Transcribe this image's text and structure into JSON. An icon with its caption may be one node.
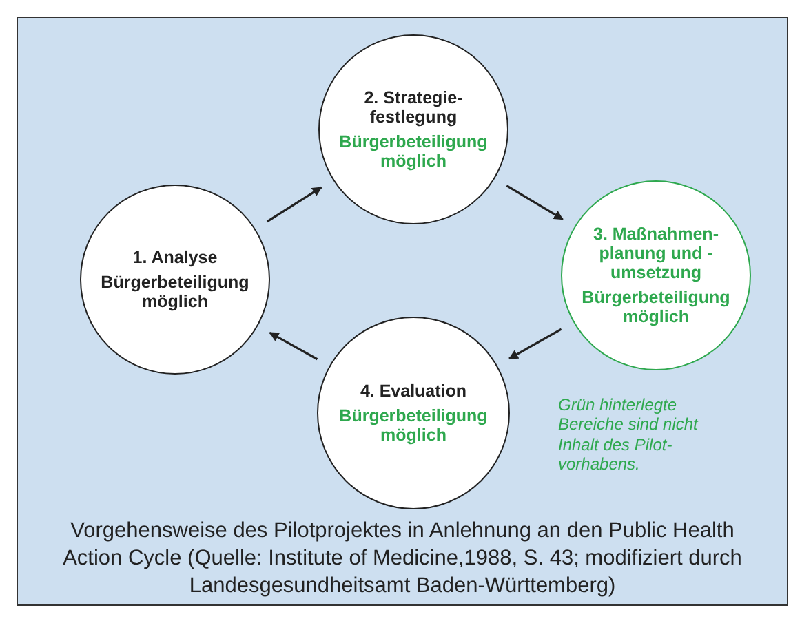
{
  "diagram": {
    "caption": "Vorgehensweise des Pilotprojektes in Anlehnung an den Public Health Action Cycle (Quelle: Institute of Medicine,1988, S. 43; modifiziert durch Landesgesundheitsamt Baden-Württemberg)",
    "nodes": [
      {
        "text": [
          "1. Analyse",
          "Bürgerbeteiligung möglich"
        ]
      },
      {
        "text": [
          "2. Strategie-festlegung",
          "Bürgerbeteiligung möglich"
        ]
      },
      {
        "text": [
          "3. Maßnahmen-planung und -umsetzung",
          "Bürgerbeteiligung möglich"
        ]
      },
      {
        "text": [
          "4. Evaluation",
          "Bürgerbeteiligung möglich"
        ]
      }
    ],
    "edges": [
      {
        "from": 0,
        "to": 1,
        "arrow": "to"
      },
      {
        "from": 1,
        "to": 2,
        "arrow": "to"
      },
      {
        "from": 2,
        "to": 3,
        "arrow": "to"
      },
      {
        "from": 3,
        "to": 0,
        "arrow": "to"
      }
    ],
    "labels": [
      "Grün hinterlegte Bereiche sind nicht Inhalt des Pilot-vorhabens."
    ]
  }
}
